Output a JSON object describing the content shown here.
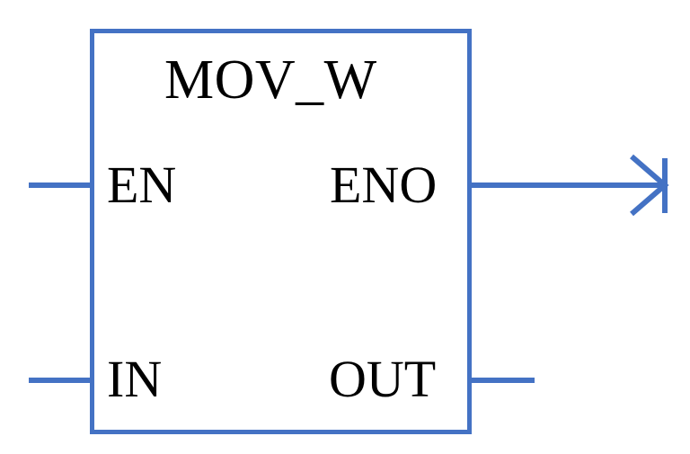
{
  "diagram": {
    "type": "plc-function-block",
    "title": "MOV_W",
    "background_color": "#FFFFFF",
    "accent_color": "#4472C4",
    "text_color": "#000000",
    "block": {
      "name": "MOV_W",
      "border_color": "#4472C4",
      "fill_color": "#FFFFFF"
    },
    "pins": {
      "inputs": [
        {
          "label": "EN",
          "side": "left",
          "row": "top"
        },
        {
          "label": "IN",
          "side": "left",
          "row": "bottom"
        }
      ],
      "outputs": [
        {
          "label": "ENO",
          "side": "right",
          "row": "top",
          "terminator": "arrow"
        },
        {
          "label": "OUT",
          "side": "right",
          "row": "bottom",
          "terminator": "plain"
        }
      ]
    },
    "wires": {
      "en_input": {
        "label": "en-input-wire",
        "color": "#4472C4"
      },
      "in_input": {
        "label": "in-input-wire",
        "color": "#4472C4"
      },
      "eno_output": {
        "label": "eno-output-wire",
        "color": "#4472C4"
      },
      "out_output": {
        "label": "out-output-wire",
        "color": "#4472C4"
      }
    },
    "icons": {
      "arrow": "arrow-right-icon"
    }
  }
}
